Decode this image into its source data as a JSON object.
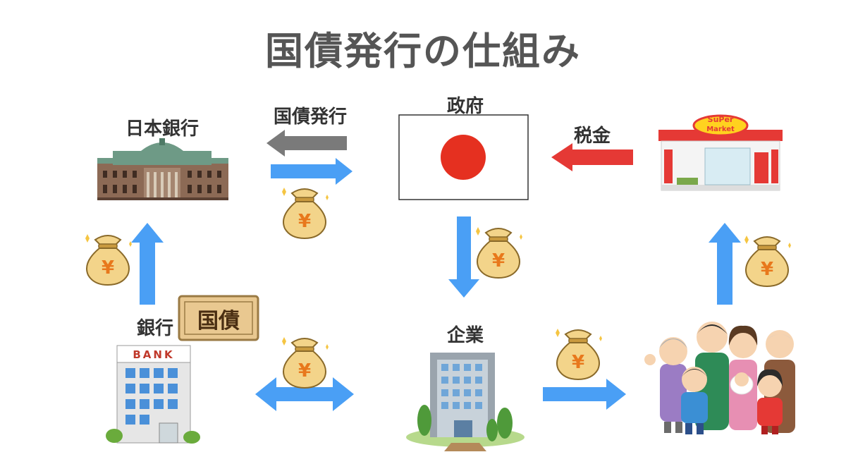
{
  "title": "国債発行の仕組み",
  "labels": {
    "boj": "日本銀行",
    "gov": "政府",
    "bank": "銀行",
    "company": "企業",
    "bond_issue": "国債発行",
    "tax": "税金"
  },
  "bond_ticket_text": "国債",
  "bank_sign": "BANK",
  "super_sign_1": "SuPer",
  "super_sign_2": "Market",
  "money_bag_symbol": "¥",
  "colors": {
    "blue_arrow": "#4a9ff5",
    "red_arrow": "#e53935",
    "gray_arrow": "#7a7a7a",
    "flag_red": "#e53020",
    "bag": "#f3d48a"
  },
  "icons": [
    "boj-building-icon",
    "japan-flag-icon",
    "supermarket-icon",
    "bank-building-icon",
    "office-building-icon",
    "family-icon",
    "money-bag-icon",
    "bond-ticket-icon"
  ]
}
